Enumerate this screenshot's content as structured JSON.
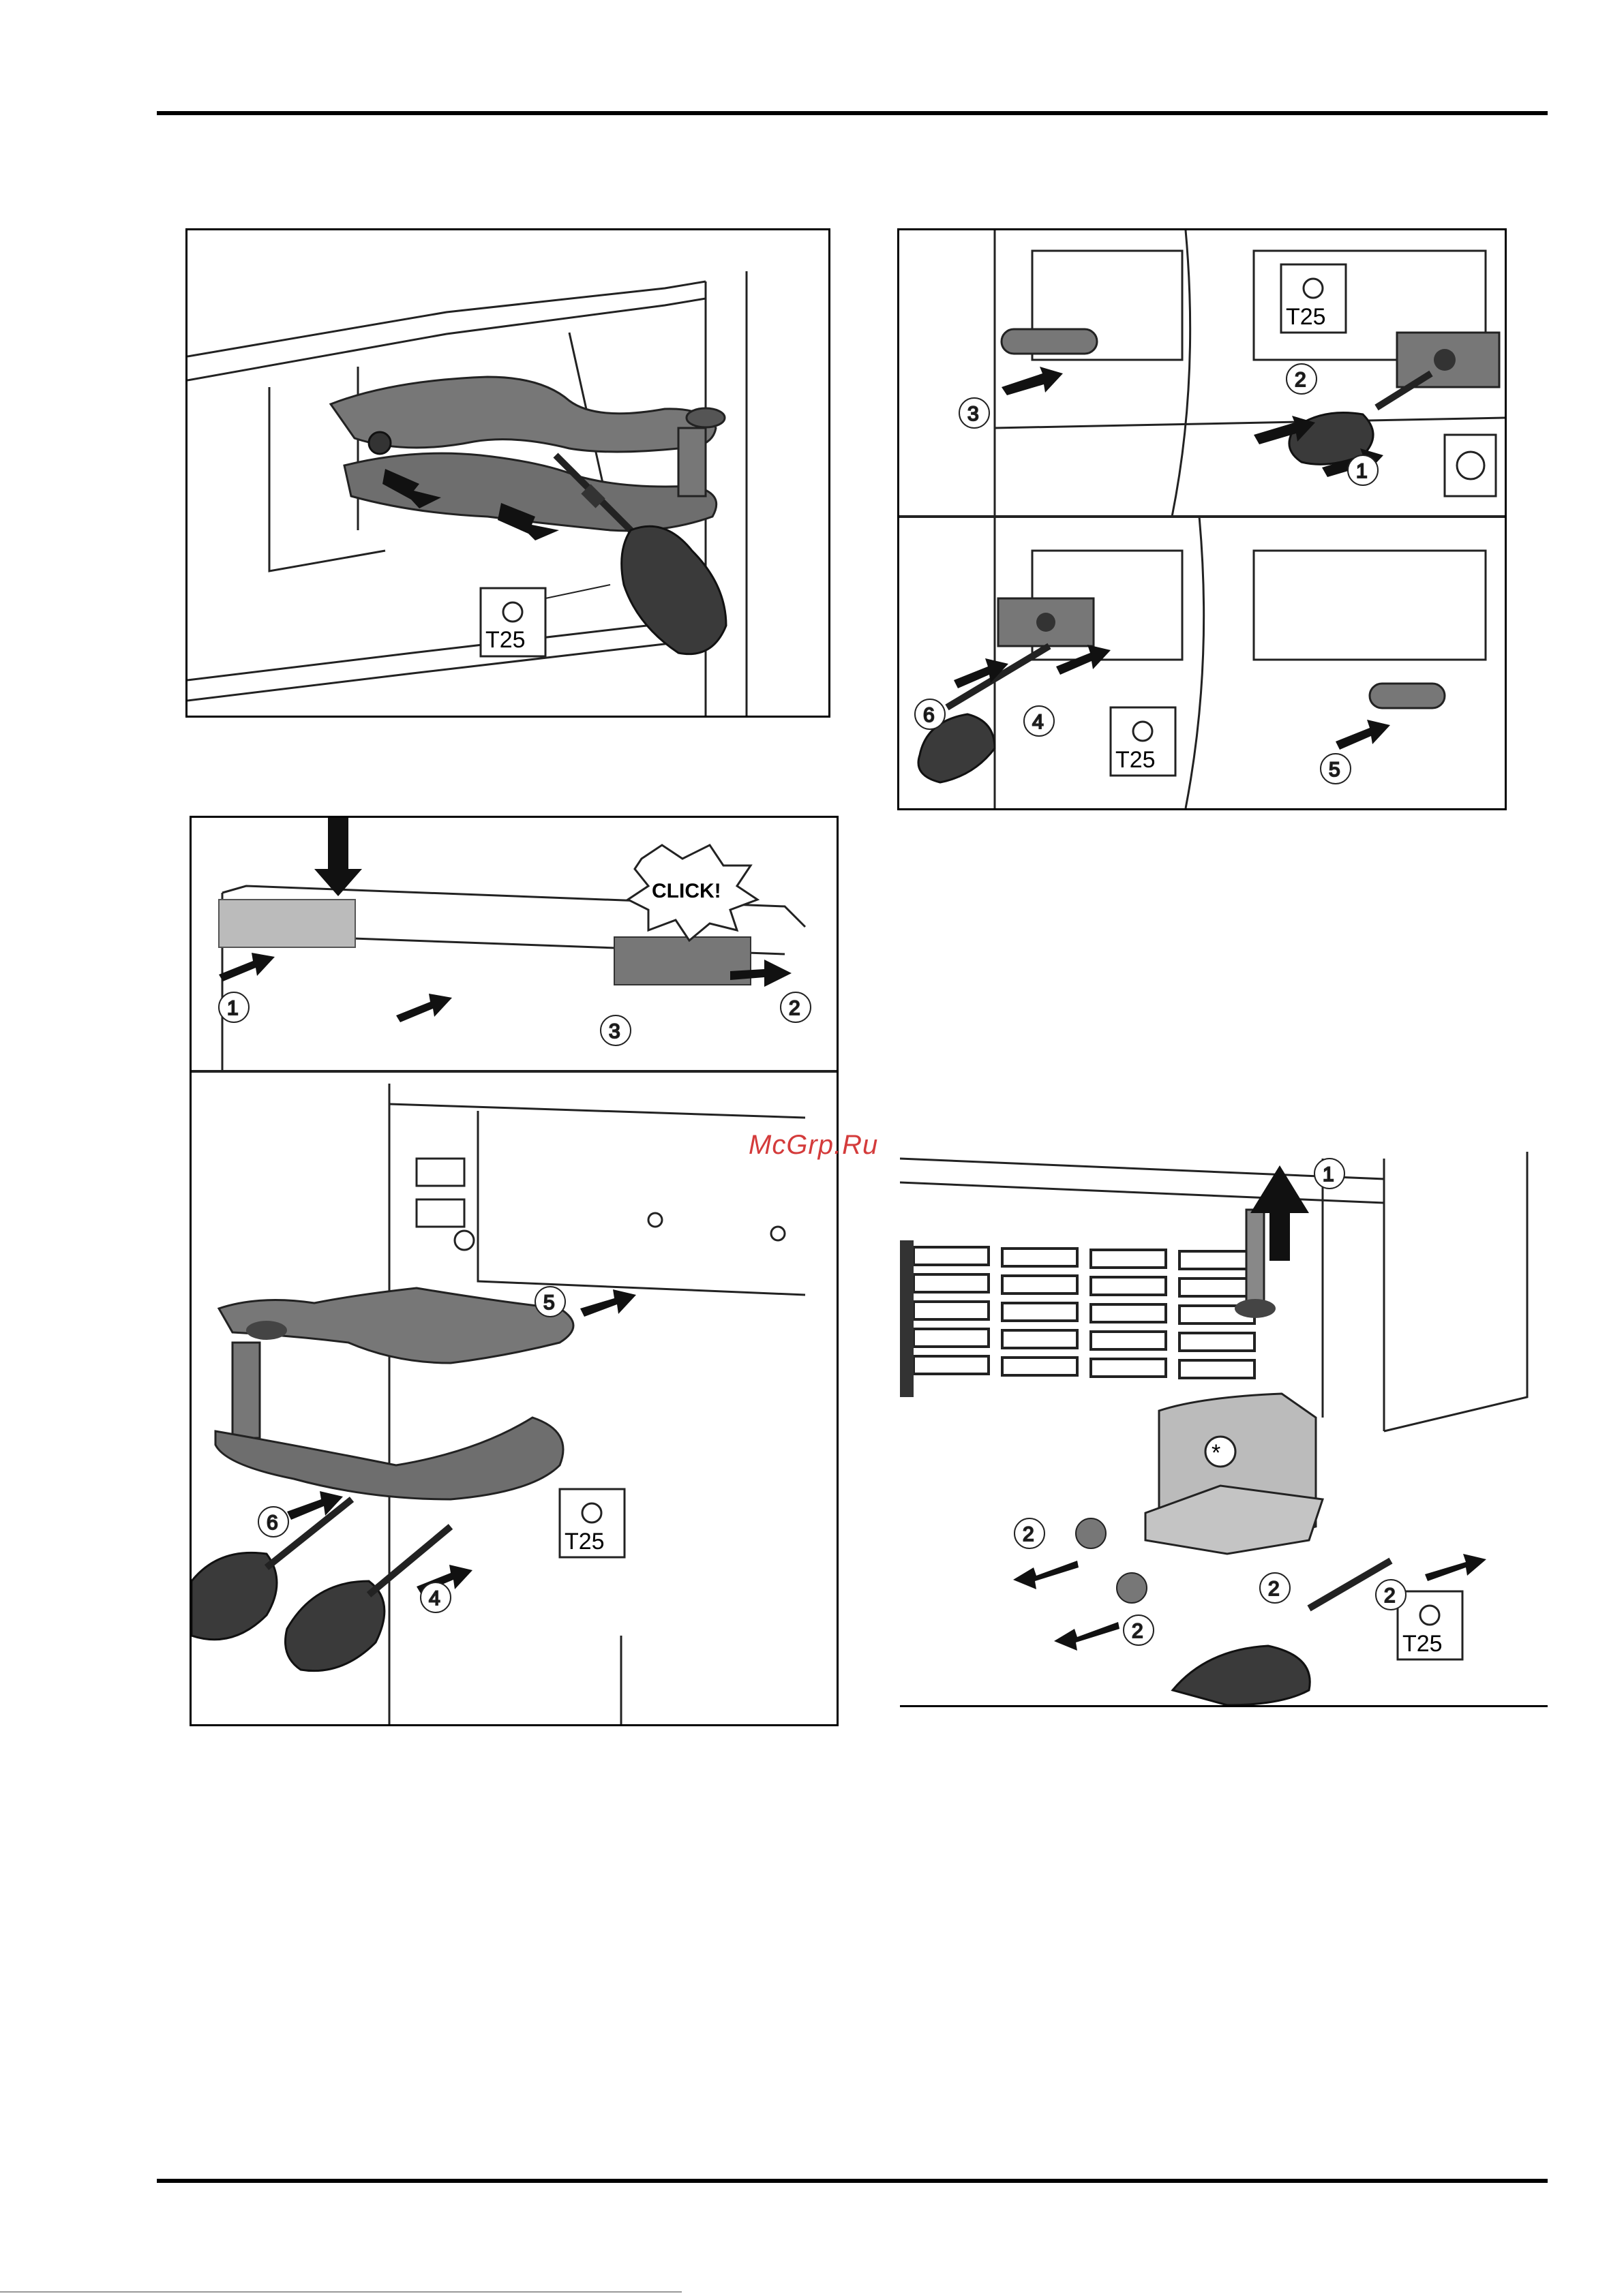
{
  "figures": {
    "fig1": {
      "tool": "T25"
    },
    "fig2": {
      "tool": "T25",
      "steps": [
        "1",
        "2",
        "3",
        "4",
        "5",
        "6"
      ]
    },
    "fig3": {
      "tool": "T25",
      "click": "CLICK!",
      "steps": [
        "1",
        "2",
        "3",
        "4",
        "5",
        "6"
      ]
    },
    "fig4": {
      "tool": "T25",
      "steps": [
        "1",
        "2",
        "2",
        "2",
        "2"
      ],
      "mark": "*"
    }
  },
  "watermark": "McGrp.Ru",
  "icons": [
    "torx-icon",
    "arrow-icon",
    "screwdriver-icon",
    "hinge-icon",
    "screw-icon"
  ]
}
